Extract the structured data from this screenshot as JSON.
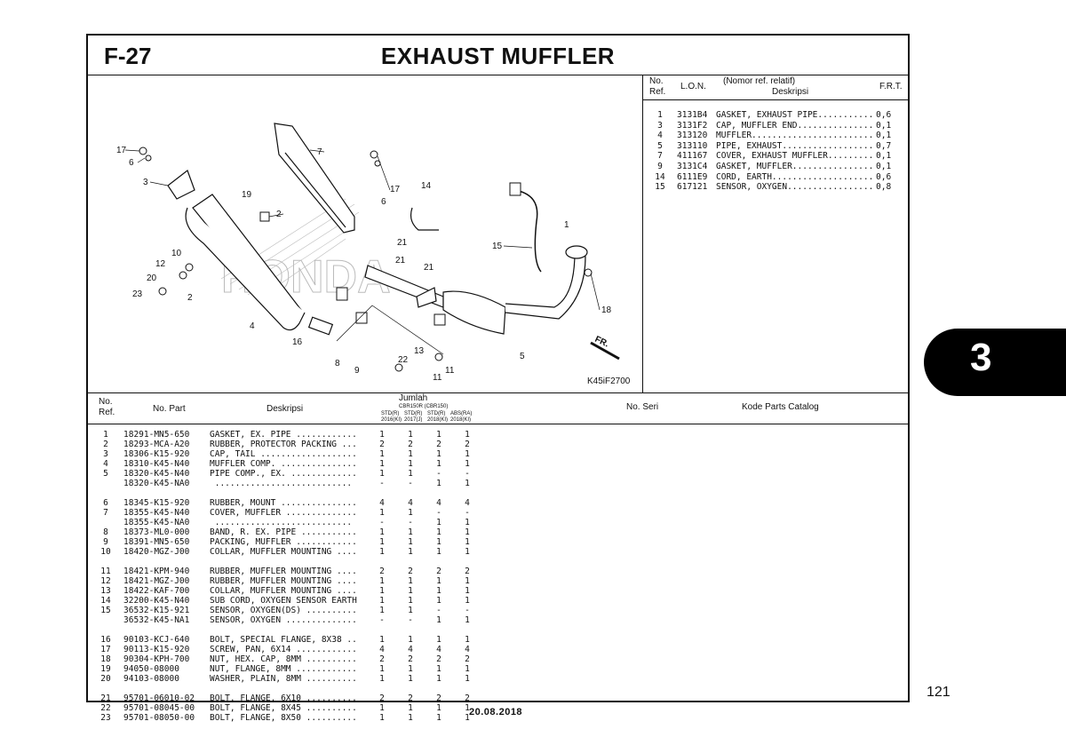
{
  "header": {
    "code": "F-27",
    "title": "EXHAUST MUFFLER"
  },
  "lon_table": {
    "col_ref": "No. Ref.",
    "col_ref_line1": "No.",
    "col_ref_line2": "Ref.",
    "col_lon": "L.O.N.",
    "col_desc_line1": "(Nomor ref. relatif)",
    "col_desc_line2": "Deskripsi",
    "col_frt": "F.R.T.",
    "rows": [
      {
        "ref": "1",
        "lon": "3131B4",
        "desc": "GASKET, EXHAUST PIPE...........",
        "frt": "0,6"
      },
      {
        "ref": "3",
        "lon": "3131F2",
        "desc": "CAP, MUFFLER END...............",
        "frt": "0,1"
      },
      {
        "ref": "4",
        "lon": "313120",
        "desc": "MUFFLER........................",
        "frt": "0,1"
      },
      {
        "ref": "5",
        "lon": "313110",
        "desc": "PIPE, EXHAUST..................",
        "frt": "0,7"
      },
      {
        "ref": "7",
        "lon": "411167",
        "desc": "COVER, EXHAUST MUFFLER.........",
        "frt": "0,1"
      },
      {
        "ref": "9",
        "lon": "3131C4",
        "desc": "GASKET, MUFFLER................",
        "frt": "0,1"
      },
      {
        "ref": "14",
        "lon": "6111E9",
        "desc": "CORD, EARTH....................",
        "frt": "0,6"
      },
      {
        "ref": "15",
        "lon": "617121",
        "desc": "SENSOR, OXYGEN.................",
        "frt": "0,8"
      }
    ]
  },
  "parts_header": {
    "col_ref_line1": "No.",
    "col_ref_line2": "Ref.",
    "col_part": "No. Part",
    "col_desc": "Deskripsi",
    "jumlah": "Jumlah",
    "jumlah_sub": "CBR150R (CBR150)",
    "q1": "STD(R)",
    "q1y": "2016(KI)",
    "q2": "STD(R)",
    "q2y": "2017(J)",
    "q3": "STD(R)",
    "q3y": "2018(KI)",
    "q4": "ABS(RA)",
    "q4y": "2018(KI)",
    "col_seri": "No. Seri",
    "col_catalog": "Kode Parts Catalog"
  },
  "parts": [
    [
      {
        "ref": "1",
        "part": "18291-MN5-650",
        "desc": "GASKET, EX. PIPE ............",
        "q": [
          "1",
          "1",
          "1",
          "1"
        ]
      },
      {
        "ref": "2",
        "part": "18293-MCA-A20",
        "desc": "RUBBER, PROTECTOR PACKING ...",
        "q": [
          "2",
          "2",
          "2",
          "2"
        ]
      },
      {
        "ref": "3",
        "part": "18306-K15-920",
        "desc": "CAP, TAIL ...................",
        "q": [
          "1",
          "1",
          "1",
          "1"
        ]
      },
      {
        "ref": "4",
        "part": "18310-K45-N40",
        "desc": "MUFFLER COMP. ...............",
        "q": [
          "1",
          "1",
          "1",
          "1"
        ]
      },
      {
        "ref": "5",
        "part": "18320-K45-N40",
        "desc": "PIPE COMP., EX. .............",
        "q": [
          "1",
          "1",
          "-",
          "-"
        ]
      },
      {
        "ref": "",
        "part": "18320-K45-NA0",
        "desc": " ...........................",
        "q": [
          "-",
          "-",
          "1",
          "1"
        ]
      }
    ],
    [
      {
        "ref": "6",
        "part": "18345-K15-920",
        "desc": "RUBBER, MOUNT ...............",
        "q": [
          "4",
          "4",
          "4",
          "4"
        ]
      },
      {
        "ref": "7",
        "part": "18355-K45-N40",
        "desc": "COVER, MUFFLER ..............",
        "q": [
          "1",
          "1",
          "-",
          "-"
        ]
      },
      {
        "ref": "",
        "part": "18355-K45-NA0",
        "desc": " ...........................",
        "q": [
          "-",
          "-",
          "1",
          "1"
        ]
      },
      {
        "ref": "8",
        "part": "18373-ML0-000",
        "desc": "BAND, R. EX. PIPE ...........",
        "q": [
          "1",
          "1",
          "1",
          "1"
        ]
      },
      {
        "ref": "9",
        "part": "18391-MN5-650",
        "desc": "PACKING, MUFFLER ............",
        "q": [
          "1",
          "1",
          "1",
          "1"
        ]
      },
      {
        "ref": "10",
        "part": "18420-MGZ-J00",
        "desc": "COLLAR, MUFFLER MOUNTING ....",
        "q": [
          "1",
          "1",
          "1",
          "1"
        ]
      }
    ],
    [
      {
        "ref": "11",
        "part": "18421-KPM-940",
        "desc": "RUBBER, MUFFLER MOUNTING ....",
        "q": [
          "2",
          "2",
          "2",
          "2"
        ]
      },
      {
        "ref": "12",
        "part": "18421-MGZ-J00",
        "desc": "RUBBER, MUFFLER MOUNTING ....",
        "q": [
          "1",
          "1",
          "1",
          "1"
        ]
      },
      {
        "ref": "13",
        "part": "18422-KAF-700",
        "desc": "COLLAR, MUFFLER MOUNTING ....",
        "q": [
          "1",
          "1",
          "1",
          "1"
        ]
      },
      {
        "ref": "14",
        "part": "32200-K45-N40",
        "desc": "SUB CORD, OXYGEN SENSOR EARTH",
        "q": [
          "1",
          "1",
          "1",
          "1"
        ]
      },
      {
        "ref": "15",
        "part": "36532-K15-921",
        "desc": "SENSOR, OXYGEN(DS) ..........",
        "q": [
          "1",
          "1",
          "-",
          "-"
        ]
      },
      {
        "ref": "",
        "part": "36532-K45-NA1",
        "desc": "SENSOR, OXYGEN ..............",
        "q": [
          "-",
          "-",
          "1",
          "1"
        ]
      }
    ],
    [
      {
        "ref": "16",
        "part": "90103-KCJ-640",
        "desc": "BOLT, SPECIAL FLANGE, 8X38 ..",
        "q": [
          "1",
          "1",
          "1",
          "1"
        ]
      },
      {
        "ref": "17",
        "part": "90113-K15-920",
        "desc": "SCREW, PAN, 6X14 ............",
        "q": [
          "4",
          "4",
          "4",
          "4"
        ]
      },
      {
        "ref": "18",
        "part": "90304-KPH-700",
        "desc": "NUT, HEX. CAP, 8MM ..........",
        "q": [
          "2",
          "2",
          "2",
          "2"
        ]
      },
      {
        "ref": "19",
        "part": "94050-08000",
        "desc": "NUT, FLANGE, 8MM ............",
        "q": [
          "1",
          "1",
          "1",
          "1"
        ]
      },
      {
        "ref": "20",
        "part": "94103-08000",
        "desc": "WASHER, PLAIN, 8MM ..........",
        "q": [
          "1",
          "1",
          "1",
          "1"
        ]
      }
    ],
    [
      {
        "ref": "21",
        "part": "95701-06010-02",
        "desc": "BOLT, FLANGE, 6X10 ..........",
        "q": [
          "2",
          "2",
          "2",
          "2"
        ]
      },
      {
        "ref": "22",
        "part": "95701-08045-00",
        "desc": "BOLT, FLANGE, 8X45 ..........",
        "q": [
          "1",
          "1",
          "1",
          "1"
        ]
      },
      {
        "ref": "23",
        "part": "95701-08050-00",
        "desc": "BOLT, FLANGE, 8X50 ..........",
        "q": [
          "1",
          "1",
          "1",
          "1"
        ]
      }
    ]
  ],
  "diagram": {
    "watermark": "HONDA",
    "figure_code": "K45iF2700",
    "fr_label": "FR.",
    "callouts": [
      "17",
      "6",
      "3",
      "19",
      "2",
      "10",
      "12",
      "20",
      "23",
      "2",
      "4",
      "7",
      "17",
      "6",
      "14",
      "21",
      "21",
      "21",
      "15",
      "1",
      "18",
      "16",
      "8",
      "9",
      "13",
      "22",
      "11",
      "11",
      "5"
    ]
  },
  "side_tab": "3",
  "page_number": "121",
  "date": "20.08.2018"
}
